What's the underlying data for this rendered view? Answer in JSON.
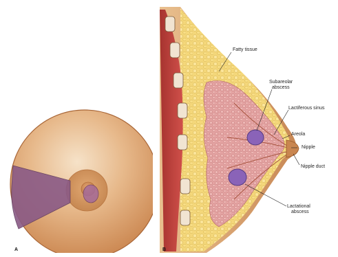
{
  "panel_a": {
    "letter": "A"
  },
  "panel_b": {
    "letter": "B",
    "labels": {
      "fatty_tissue": "Fatty tissue",
      "subareolar_abscess_1": "Subareolar",
      "subareolar_abscess_2": "abscess",
      "lactiferous_sinus": "Lactiferous sinus",
      "areola": "Areola",
      "nipple": "Nipple",
      "nipple_duct": "Nipple duct",
      "lactational_abscess_1": "Lactational",
      "lactational_abscess_2": "abscess"
    }
  },
  "colors": {
    "skin": "#d9a06a",
    "skin_dark": "#b8723c",
    "areola": "#c8864e",
    "abscess": "#8a63b8",
    "muscle": "#c0453f",
    "fat": "#f2d36a",
    "gland": "#e6a0a0"
  }
}
